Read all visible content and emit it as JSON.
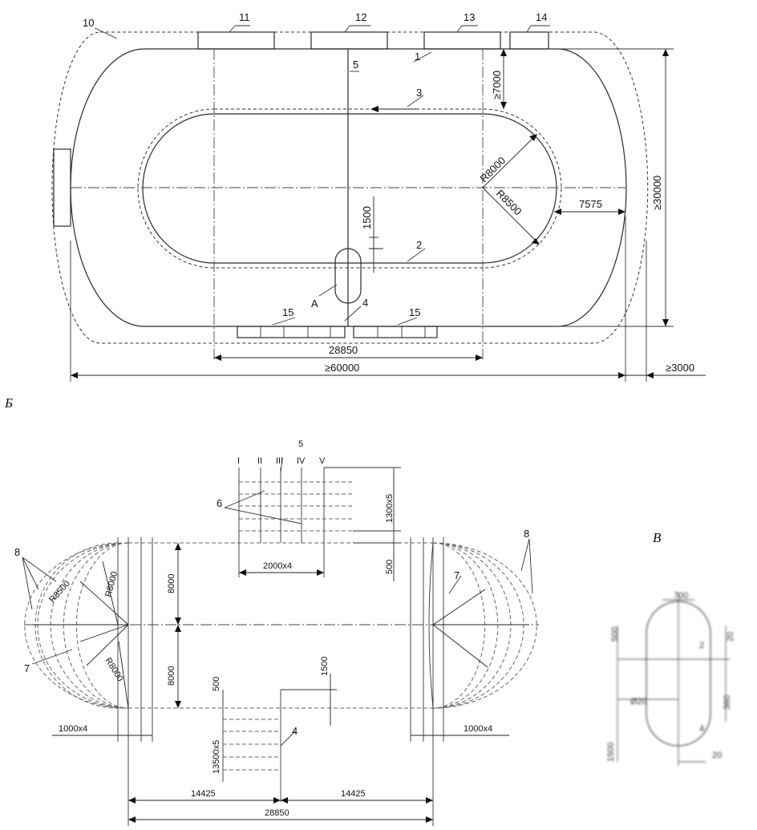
{
  "panel_labels": {
    "b": "Б",
    "v": "В"
  },
  "top_plan": {
    "refs": [
      "10",
      "11",
      "12",
      "13",
      "14",
      "1",
      "5",
      "3",
      "2",
      "4",
      "15",
      "15"
    ],
    "point_a": "A",
    "dims": {
      "r_inner": "R8000",
      "r_outer": "R8500",
      "gap_top": "≥7000",
      "gap_side": "7575",
      "height": "≥30000",
      "bend_mark": "1500",
      "straight": "28850",
      "length": "≥60000",
      "margin": "≥3000"
    }
  },
  "middle_plan": {
    "lanes": [
      "I",
      "II",
      "III",
      "IV",
      "V"
    ],
    "refs": {
      "r5": "5",
      "r6": "6",
      "r8l": "8",
      "r8r": "8",
      "r7l": "7",
      "r7r": "7",
      "r4": "4"
    },
    "dims": {
      "d1300": "1300x5",
      "d2000": "2000x4",
      "d500a": "500",
      "d8000a": "8000",
      "d8000b": "8000",
      "r8500": "R8500",
      "r8000a": "R8000",
      "r8000b": "R8000",
      "d1000l": "1000x4",
      "d1000r": "1000x4",
      "d500b": "500",
      "d1500": "1500",
      "d13500": "13500x5",
      "d14425l": "14425",
      "d14425r": "14425",
      "d28850": "28850"
    }
  },
  "detail_v": {
    "labels": [
      "700",
      "500",
      "20",
      "Ø20",
      "1500",
      "360",
      "20",
      "2",
      "4"
    ]
  }
}
